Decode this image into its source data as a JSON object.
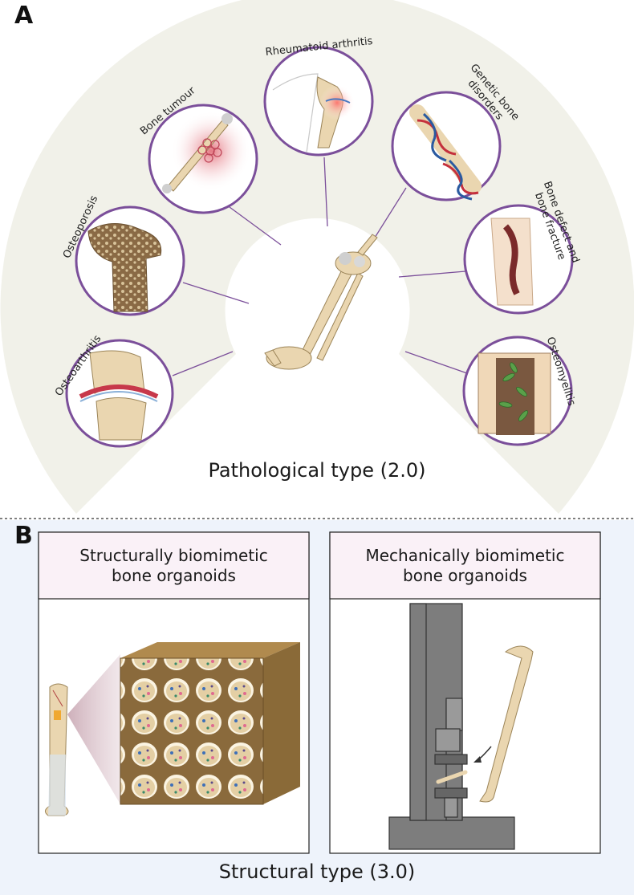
{
  "panel_a": {
    "letter": "A",
    "caption": "Pathological type (2.0)",
    "conditions": [
      {
        "label": "Osteoarthritis"
      },
      {
        "label": "Osteoporosis"
      },
      {
        "label": "Bone tumour"
      },
      {
        "label": "Rheumatoid arthritis"
      },
      {
        "label_lines": [
          "Genetic bone",
          "disorders"
        ]
      },
      {
        "label_lines": [
          "Bone defect and",
          "bone fracture"
        ]
      },
      {
        "label": "Osteomyelitis"
      }
    ]
  },
  "panel_b": {
    "letter": "B",
    "caption": "Structural type (3.0)",
    "boxes": [
      {
        "title_lines": [
          "Structurally biomimetic",
          "bone organoids"
        ]
      },
      {
        "title_lines": [
          "Mechanically biomimetic",
          "bone organoids"
        ]
      }
    ]
  },
  "colors": {
    "arc_fill": "#f1f1e9",
    "circle_stroke": "#7b4f9a",
    "panel_b_bg": "#eef3fb",
    "box_header_bg": "#faf1f7",
    "bone": "#ead6b0",
    "machine_gray": "#7d7d7d"
  }
}
